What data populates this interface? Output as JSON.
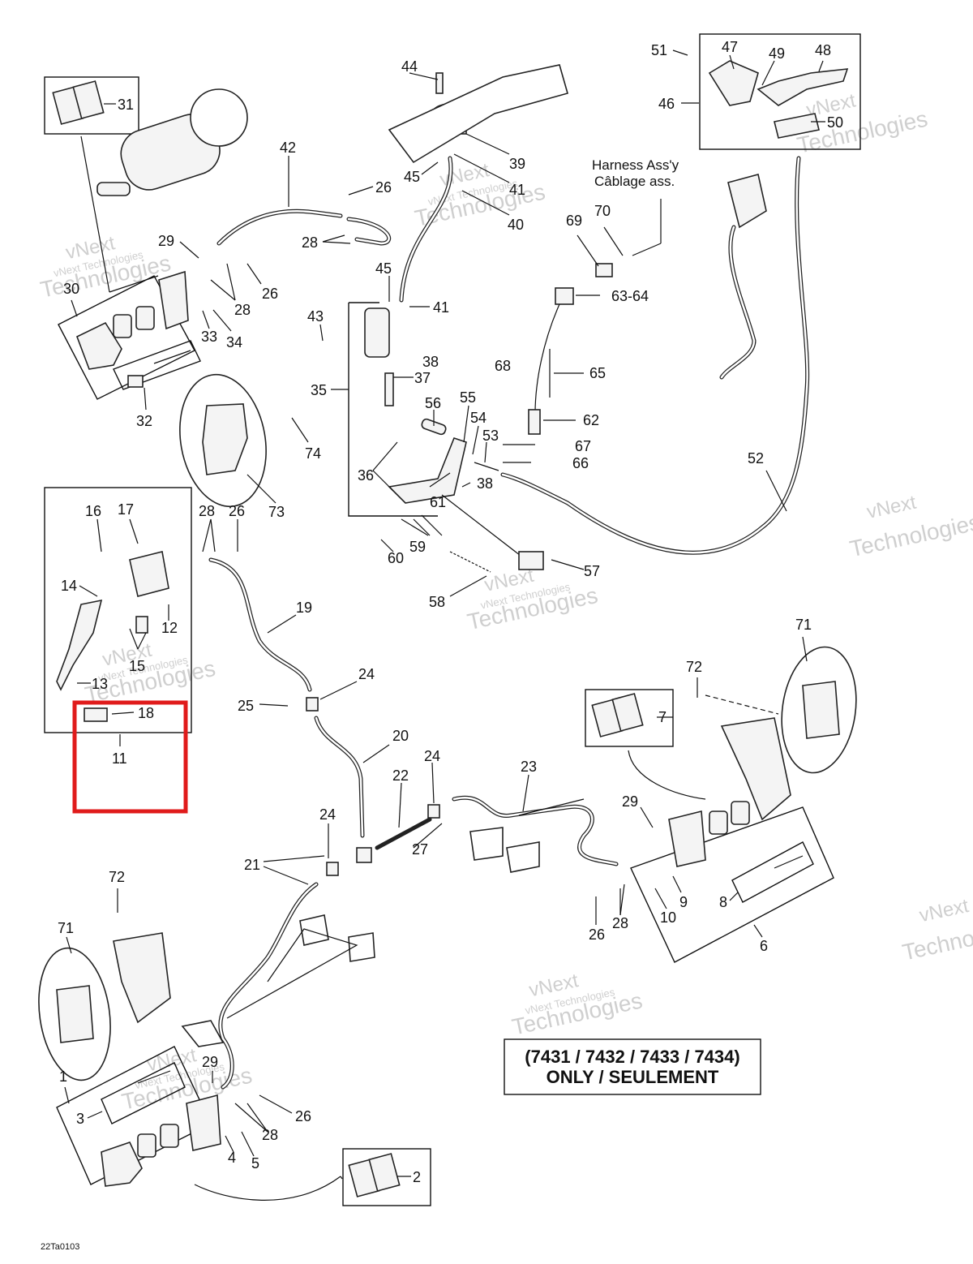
{
  "watermark": {
    "line1": "vNext",
    "line2": "Technologies",
    "small": "vNext Technologies"
  },
  "harness": {
    "line1": "Harness Ass'y",
    "line2": "Câblage ass."
  },
  "note": {
    "line1": "(7431 / 7432 / 7433 / 7434)",
    "line2": "ONLY / SEULEMENT"
  },
  "diagram_code": "22Ta0103",
  "highlight_color": "#e01b1b",
  "labels": {
    "l1": "1",
    "l2": "2",
    "l3": "3",
    "l4": "4",
    "l5": "5",
    "l6": "6",
    "l7": "7",
    "l8": "8",
    "l9": "9",
    "l10": "10",
    "l11": "11",
    "l12": "12",
    "l13": "13",
    "l14": "14",
    "l15": "15",
    "l16": "16",
    "l17": "17",
    "l18": "18",
    "l19": "19",
    "l20": "20",
    "l21": "21",
    "l22": "22",
    "l23": "23",
    "l24a": "24",
    "l24b": "24",
    "l24c": "24",
    "l25": "25",
    "l26a": "26",
    "l26b": "26",
    "l26c": "26",
    "l26d": "26",
    "l26e": "26",
    "l27": "27",
    "l28a": "28",
    "l28b": "28",
    "l28c": "28",
    "l28d": "28",
    "l28e": "28",
    "l29a": "29",
    "l29b": "29",
    "l29c": "29",
    "l30": "30",
    "l31": "31",
    "l32": "32",
    "l33": "33",
    "l34": "34",
    "l35": "35",
    "l36": "36",
    "l37": "37",
    "l38a": "38",
    "l38b": "38",
    "l39": "39",
    "l40": "40",
    "l41a": "41",
    "l41b": "41",
    "l42": "42",
    "l43": "43",
    "l44": "44",
    "l45a": "45",
    "l45b": "45",
    "l46": "46",
    "l47": "47",
    "l48": "48",
    "l49": "49",
    "l50": "50",
    "l51": "51",
    "l52": "52",
    "l53": "53",
    "l54": "54",
    "l55": "55",
    "l56": "56",
    "l57": "57",
    "l58": "58",
    "l59": "59",
    "l60": "60",
    "l61": "61",
    "l62": "62",
    "l63": "63-64",
    "l65": "65",
    "l66": "66",
    "l67": "67",
    "l68": "68",
    "l69": "69",
    "l70": "70",
    "l71a": "71",
    "l71b": "71",
    "l72a": "72",
    "l72b": "72",
    "l73": "73",
    "l74": "74"
  }
}
